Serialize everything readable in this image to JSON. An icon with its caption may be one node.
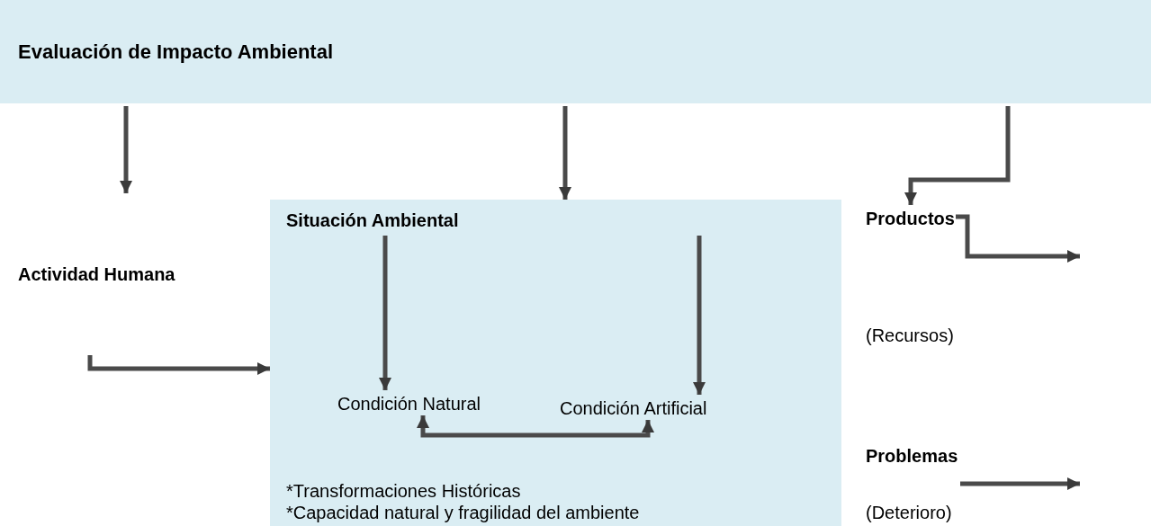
{
  "diagram": {
    "nodes": [
      {
        "text": [
          "Evaluación de Impacto Ambiental"
        ]
      },
      {
        "text": [
          "Actividad Humana"
        ]
      },
      {
        "text": [
          "Situación Ambiental",
          "*Transformaciones Históricas",
          "*Capacidad natural y fragilidad del ambiente"
        ]
      },
      {
        "text": [
          "Condición Natural"
        ],
        "in": 2
      },
      {
        "text": [
          "Condición Artificial"
        ],
        "in": 2
      },
      {
        "text": [
          "Productos"
        ]
      },
      {
        "text": [
          "Problemas"
        ]
      }
    ],
    "edges": [
      {
        "from": 0,
        "to": 1,
        "arrow": "to"
      },
      {
        "from": 0,
        "to": 2,
        "arrow": "to"
      },
      {
        "from": 0,
        "to": 5,
        "arrow": "to"
      },
      {
        "from": 1,
        "to": 2,
        "arrow": "to"
      },
      {
        "from": 2,
        "to": 3,
        "arrow": "to"
      },
      {
        "from": 2,
        "to": 4,
        "arrow": "to"
      },
      {
        "from": 3,
        "to": 4,
        "arrow": "both"
      },
      {
        "from": 5,
        "to": null,
        "arrow": "to"
      },
      {
        "from": 6,
        "to": null,
        "arrow": "to"
      }
    ],
    "labels": [
      "(Recursos)",
      "(Deterioro)"
    ]
  }
}
